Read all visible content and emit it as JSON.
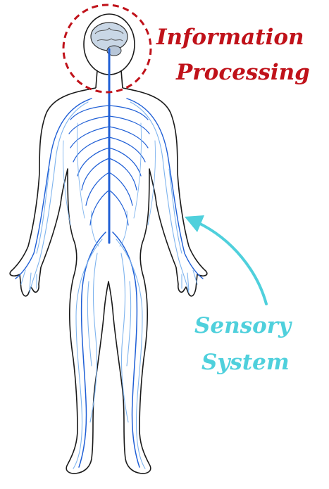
{
  "annotations": {
    "information_processing": {
      "line1": "Information",
      "line2": "Processing",
      "color": "#c0121a"
    },
    "sensory_system": {
      "line1": "Sensory",
      "line2": "System",
      "color": "#4fd0dc"
    }
  },
  "colors": {
    "body_outline": "#1a1a1a",
    "nerve_dark": "#1f5fd6",
    "nerve_light": "#7fb4ee",
    "brain_fill": "#c9d7e6"
  }
}
